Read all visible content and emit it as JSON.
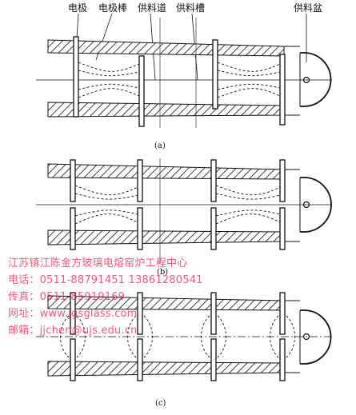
{
  "labels": {
    "electrode": "电极",
    "electrode_rod": "电极棒",
    "forehearth_channel": "供料道",
    "feeder_trough": "供料槽",
    "feeder_basin": "供料盆"
  },
  "captions": {
    "a": "(a)",
    "b": "(b)",
    "c": "(c)"
  },
  "watermark": {
    "company": "江苏镇江陈金方玻璃电熔窑炉工程中心",
    "phone": "电话：0511-88791451    13861280541",
    "fax": "传真：0511-85919169",
    "website": "网址：www.jgsglass.com",
    "email": "邮箱：jjchen@ujs.edu.cn"
  },
  "colors": {
    "line": "#111111",
    "watermark": "#ff1a4a"
  }
}
